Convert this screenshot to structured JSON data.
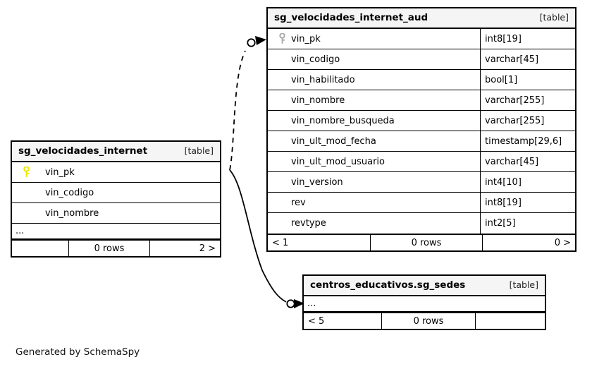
{
  "diagram": {
    "caption": "Generated by SchemaSpy",
    "kind_label": "[table]",
    "ellipsis": "...",
    "key_icon_name": "primary-key-icon",
    "colors": {
      "background": "#ffffff",
      "table_border": "#000000",
      "header_fill": "#f5f5f5",
      "pk_key_yellow": "#e8e800",
      "pk_key_grey": "#aaaaaa",
      "edge": "#000000"
    }
  },
  "tables": [
    {
      "id": "sg_velocidades_internet_aud",
      "name": "sg_velocidades_internet_aud",
      "kind": "[table]",
      "columns": [
        {
          "name": "vin_pk",
          "type": "int8[19]",
          "key": "primary"
        },
        {
          "name": "vin_codigo",
          "type": "varchar[45]",
          "key": "none"
        },
        {
          "name": "vin_habilitado",
          "type": "bool[1]",
          "key": "none"
        },
        {
          "name": "vin_nombre",
          "type": "varchar[255]",
          "key": "none"
        },
        {
          "name": "vin_nombre_busqueda",
          "type": "varchar[255]",
          "key": "none"
        },
        {
          "name": "vin_ult_mod_fecha",
          "type": "timestamp[29,6]",
          "key": "none"
        },
        {
          "name": "vin_ult_mod_usuario",
          "type": "varchar[45]",
          "key": "none"
        },
        {
          "name": "vin_version",
          "type": "int4[10]",
          "key": "none"
        },
        {
          "name": "rev",
          "type": "int8[19]",
          "key": "none"
        },
        {
          "name": "revtype",
          "type": "int2[5]",
          "key": "none"
        }
      ],
      "has_ellipsis_row": false,
      "footer": {
        "left": "< 1",
        "center": "0 rows",
        "right": "0 >"
      }
    },
    {
      "id": "sg_velocidades_internet",
      "name": "sg_velocidades_internet",
      "kind": "[table]",
      "columns": [
        {
          "name": "vin_pk",
          "type": "",
          "key": "primary"
        },
        {
          "name": "vin_codigo",
          "type": "",
          "key": "none"
        },
        {
          "name": "vin_nombre",
          "type": "",
          "key": "none"
        }
      ],
      "has_ellipsis_row": true,
      "footer": {
        "left": "",
        "center": "0 rows",
        "right": "2 >"
      }
    },
    {
      "id": "centros_educativos.sg_sedes",
      "name": "centros_educativos.sg_sedes",
      "kind": "[table]",
      "columns": [],
      "has_ellipsis_row": true,
      "footer": {
        "left": "< 5",
        "center": "0 rows",
        "right": ""
      }
    }
  ],
  "relationships": [
    {
      "id": "internet-to-aud",
      "from": "sg_velocidades_internet.vin_pk",
      "to": "sg_velocidades_internet_aud.vin_pk",
      "style": "dashed",
      "start_marker": "none",
      "end_marker": "zero-or-more"
    },
    {
      "id": "internet-to-sedes",
      "from": "sg_velocidades_internet.vin_pk",
      "to": "centros_educativos.sg_sedes",
      "style": "solid",
      "start_marker": "none",
      "end_marker": "zero-or-more"
    }
  ]
}
